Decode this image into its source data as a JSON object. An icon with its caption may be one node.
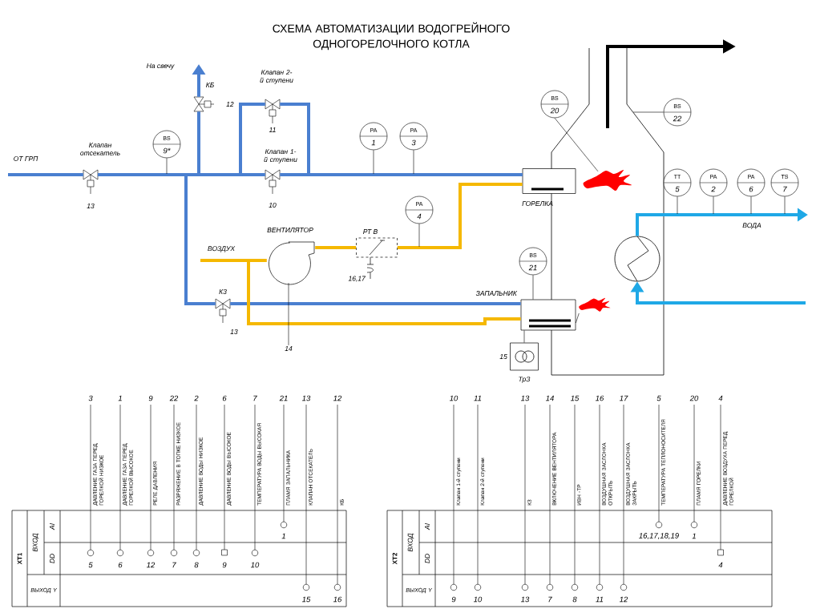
{
  "diagram": {
    "title": "СХЕМА АВТОМАТИЗАЦИИ ВОДОГРЕЙНОГО ОДНОГОРЕЛОЧНОГО КОТЛА",
    "nodes": [
      {
        "text": [
          "BS",
          "9*"
        ]
      },
      {
        "text": [
          "PA",
          "1"
        ]
      },
      {
        "text": [
          "PA",
          "3"
        ]
      },
      {
        "text": [
          "BS",
          "20"
        ]
      },
      {
        "text": [
          "BS",
          "22"
        ]
      },
      {
        "text": [
          "PA",
          "4"
        ]
      },
      {
        "text": [
          "BS",
          "21"
        ]
      },
      {
        "text": [
          "TT",
          "5"
        ]
      },
      {
        "text": [
          "PA",
          "2"
        ]
      },
      {
        "text": [
          "PA",
          "6"
        ]
      },
      {
        "text": [
          "TS",
          "7"
        ]
      },
      {
        "text": [],
        "shape": "valve",
        "beside": [
          "Клапан отсекатель",
          "13"
        ]
      },
      {
        "text": [],
        "shape": "valve",
        "beside": [
          "КБ",
          "12"
        ]
      },
      {
        "text": [],
        "shape": "valve",
        "beside": [
          "Клапан 2-й ступени",
          "11"
        ]
      },
      {
        "text": [],
        "shape": "valve",
        "beside": [
          "Клапан 1-й ступени",
          "10"
        ]
      },
      {
        "text": [],
        "shape": "valve",
        "beside": [
          "К3",
          "13"
        ]
      },
      {
        "text": [],
        "shape": "fan",
        "beside": [
          "ВЕНТИЛЯТОР"
        ]
      },
      {
        "text": [],
        "shape": "box",
        "beside": [
          "РТ В",
          "16,17"
        ]
      },
      {
        "text": [],
        "shape": "box",
        "beside": [
          "ГОРЕЛКА"
        ]
      },
      {
        "text": [],
        "shape": "box",
        "beside": [
          "ЗАПАЛЬНИК"
        ]
      },
      {
        "text": [],
        "shape": "box",
        "beside": [
          "15",
          "ТрЗ"
        ]
      },
      {
        "text": [],
        "shape": "circle"
      },
      {
        "text": [],
        "shape": "flame"
      },
      {
        "text": [],
        "shape": "flame"
      },
      {
        "text": [
          "14"
        ]
      }
    ],
    "edges": [
      {
        "from": null,
        "to": 11,
        "arrow": "none",
        "color": "#4a7fd0"
      },
      {
        "from": 11,
        "to": 14,
        "arrow": "none",
        "color": "#4a7fd0"
      },
      {
        "from": 14,
        "to": 18,
        "arrow": "none",
        "color": "#4a7fd0"
      },
      {
        "from": 11,
        "to": 12,
        "arrow": "none",
        "color": "#4a7fd0"
      },
      {
        "from": 12,
        "to": null,
        "arrow": "to",
        "color": "#4a7fd0"
      },
      {
        "from": 11,
        "to": 13,
        "arrow": "none",
        "color": "#4a7fd0"
      },
      {
        "from": 13,
        "to": 18,
        "arrow": "none",
        "color": "#4a7fd0"
      },
      {
        "from": 11,
        "to": 15,
        "arrow": "none",
        "color": "#4a7fd0"
      },
      {
        "from": 15,
        "to": 19,
        "arrow": "none",
        "color": "#4a7fd0"
      },
      {
        "from": null,
        "to": 16,
        "arrow": "none",
        "color": "#f5b800"
      },
      {
        "from": 16,
        "to": 17,
        "arrow": "none",
        "color": "#f5b800"
      },
      {
        "from": 17,
        "to": 18,
        "arrow": "none",
        "color": "#f5b800"
      },
      {
        "from": null,
        "to": 19,
        "arrow": "none",
        "color": "#f5b800"
      },
      {
        "from": null,
        "to": 21,
        "arrow": "to",
        "color": "#1fa8e6"
      },
      {
        "from": 21,
        "to": null,
        "arrow": "to",
        "color": "#1fa8e6"
      },
      {
        "from": 0,
        "to": null,
        "arrow": "none"
      },
      {
        "from": 1,
        "to": null,
        "arrow": "none"
      },
      {
        "from": 2,
        "to": null,
        "arrow": "none"
      },
      {
        "from": 5,
        "to": null,
        "arrow": "none"
      },
      {
        "from": 3,
        "to": 22,
        "arrow": "none"
      },
      {
        "from": 4,
        "to": null,
        "arrow": "none"
      },
      {
        "from": 6,
        "to": 19,
        "arrow": "none"
      },
      {
        "from": 7,
        "to": null,
        "arrow": "none"
      },
      {
        "from": 8,
        "to": null,
        "arrow": "none"
      },
      {
        "from": 9,
        "to": null,
        "arrow": "none"
      },
      {
        "from": 10,
        "to": null,
        "arrow": "none"
      },
      {
        "from": 20,
        "to": 19,
        "arrow": "none"
      },
      {
        "from": 19,
        "to": 23,
        "arrow": "none"
      },
      {
        "from": 16,
        "to": 24,
        "arrow": "none"
      }
    ],
    "labels": [
      "На свечу",
      "ОТ ГРП",
      "ВОЗДУХ",
      "ВОДА",
      "3",
      "1",
      "9",
      "22",
      "2",
      "6",
      "7",
      "21",
      "13",
      "12",
      "ДАВЛЕНИЕ ГАЗА ПЕРЕД ГОРЕЛКОЙ НИЗКОЕ",
      "ДАВЛЕНИЕ ГАЗА ПЕРЕД ГОРЕЛКОЙ ВЫСОКОЕ",
      "РЕЛЕ ДАВЛЕНИЯ",
      "РАЗРЯЖЕНИЕ В ТОПКЕ НИЗКОЕ",
      "ДАВЛЕНИЕ ВОДЫ НИЗКОЕ",
      "ДАВЛЕНИЕ ВОДЫ ВЫСОКОЕ",
      "ТЕМПЕРАТУРА ВОДЫ ВЫСОКАЯ",
      "ПЛАМЯ ЗАПАЛЬНИКА",
      "КЛАПАН ОТСЕКАТЕЛЬ",
      "КБ",
      "XT1",
      "ВХОД",
      "AI",
      "DD",
      "ВЫХОД Y",
      "5",
      "6",
      "12",
      "7",
      "8",
      "9",
      "10",
      "1",
      "15",
      "16",
      "10",
      "11",
      "13",
      "14",
      "15",
      "16",
      "17",
      "5",
      "20",
      "4",
      "Клапан 1-й ступени",
      "Клапан 2-й ступени",
      "К3",
      "ВКЛЮЧЕНИЕ ВЕНТИЛЯТОРА",
      "ИВН -ТР",
      "ВОЗДУШНАЯ ЗАСЛОНКА ОТКРЫТЬ",
      "ВОЗДУШНАЯ ЗАСЛОНКА ЗАКРЫТЬ",
      "ТЕМПЕРАТУРА ТЕПЛОНОСИТЕЛЯ",
      "ПЛАМЯ ГОРЕЛКИ",
      "ДАВЛЕНИЕ ВОЗДУХА ПЕРЕД ГОРЕЛКОЙ",
      "XT2",
      "ВХОД",
      "AI",
      "DD",
      "ВЫХОД Y",
      "9",
      "10",
      "13",
      "7",
      "8",
      "11",
      "12",
      "16,17,18,19",
      "1",
      "4"
    ]
  }
}
